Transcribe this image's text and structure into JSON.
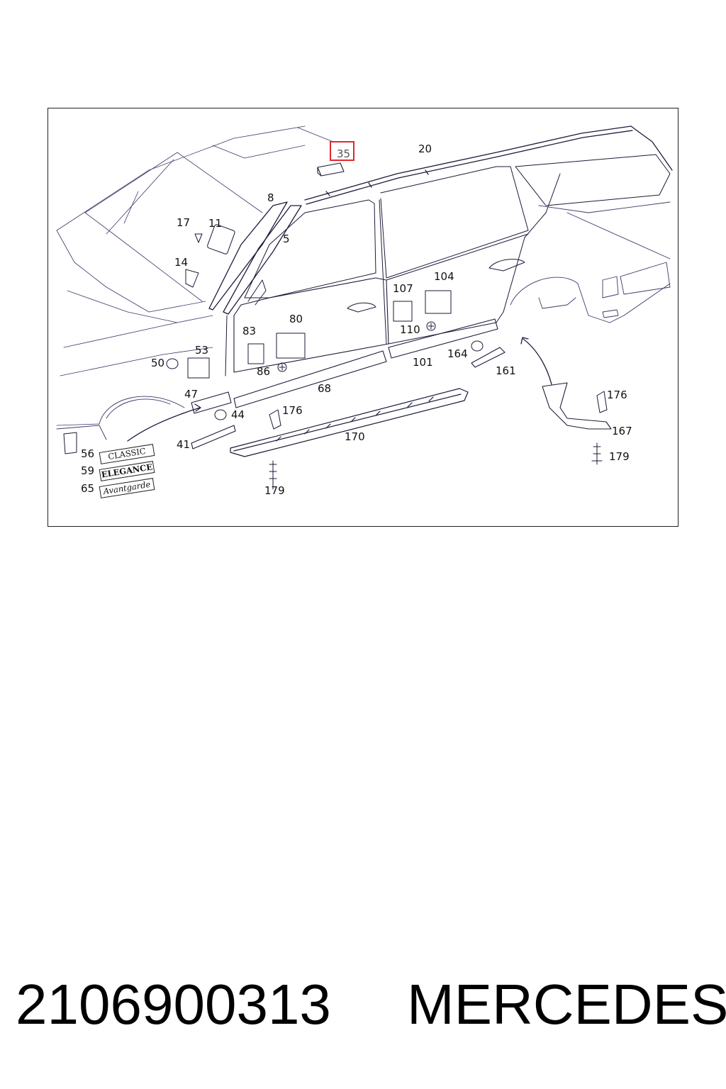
{
  "callouts": {
    "c35": "35",
    "c20": "20",
    "c8": "8",
    "c5": "5",
    "c17": "17",
    "c11": "11",
    "c14": "14",
    "c107": "107",
    "c104": "104",
    "c110": "110",
    "c80": "80",
    "c83": "83",
    "c86": "86",
    "c53": "53",
    "c50": "50",
    "c164": "164",
    "c101": "101",
    "c161": "161",
    "c47": "47",
    "c68": "68",
    "c44": "44",
    "c176a": "176",
    "c176b": "176",
    "c41": "41",
    "c170": "170",
    "c167": "167",
    "c179a": "179",
    "c179b": "179",
    "c56": "56",
    "c59": "59",
    "c65": "65"
  },
  "badges": {
    "classic": "CLASSIC",
    "elegance": "ELEGANCE",
    "avantgarde": "Avantgarde"
  },
  "highlight": {
    "part": "35",
    "color": "#e0282c"
  },
  "footer": {
    "part_number": "2106900313",
    "brand": "MERCEDES"
  }
}
